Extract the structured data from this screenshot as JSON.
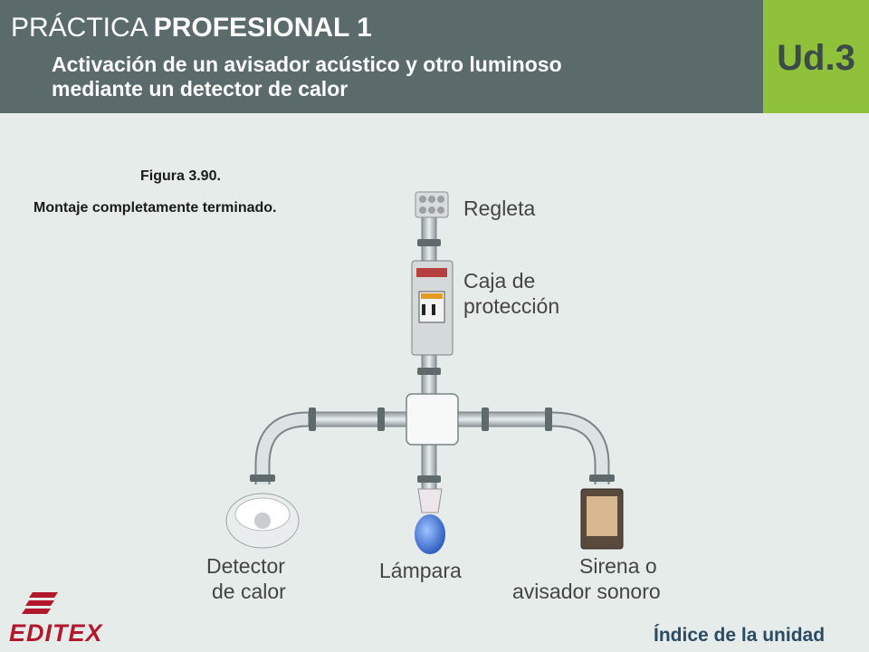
{
  "header": {
    "title_light": "PRÁCTICA",
    "title_bold": "PROFESIONAL 1",
    "subtitle_line1": "Activación de un avisador acústico y otro luminoso",
    "subtitle_line2": "mediante un detector de calor",
    "unit": "Ud.3"
  },
  "figure": {
    "number": "Figura 3.90.",
    "caption": "Montaje completamente terminado."
  },
  "diagram_labels": {
    "regleta": "Regleta",
    "caja_line1": "Caja de",
    "caja_line2": "protección",
    "detector_line1": "Detector",
    "detector_line2": "de calor",
    "lampara": "Lámpara",
    "sirena_line1": "Sirena o",
    "sirena_line2": "avisador sonoro"
  },
  "footer": {
    "logo": "EDITEX",
    "index_link": "Índice de la unidad"
  },
  "colors": {
    "header_bg": "#5b6b6b",
    "unit_bg": "#8fc23a",
    "brand_red": "#b3182d"
  }
}
